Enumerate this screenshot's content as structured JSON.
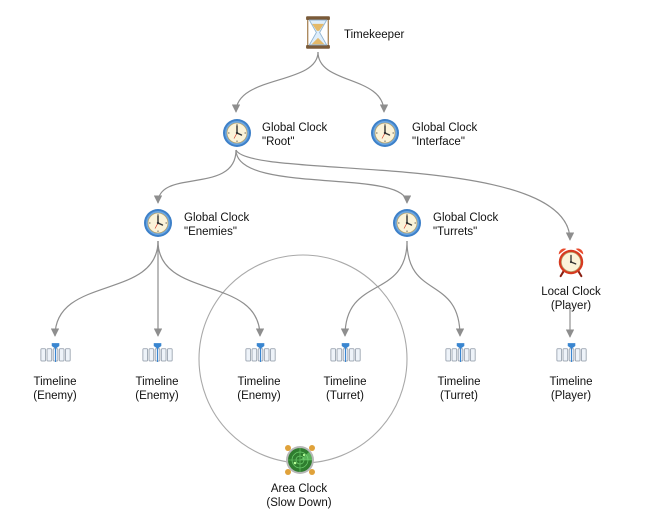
{
  "diagram": {
    "timekeeper": {
      "label": "Timekeeper"
    },
    "root_clock": {
      "line1": "Global Clock",
      "line2": "\"Root\""
    },
    "interface_clock": {
      "line1": "Global Clock",
      "line2": "\"Interface\""
    },
    "enemies_clock": {
      "line1": "Global Clock",
      "line2": "\"Enemies\""
    },
    "turrets_clock": {
      "line1": "Global Clock",
      "line2": "\"Turrets\""
    },
    "local_clock": {
      "line1": "Local Clock",
      "line2": "(Player)"
    },
    "area_clock": {
      "line1": "Area Clock",
      "line2": "(Slow Down)"
    },
    "timelines": [
      {
        "line1": "Timeline",
        "line2": "(Enemy)"
      },
      {
        "line1": "Timeline",
        "line2": "(Enemy)"
      },
      {
        "line1": "Timeline",
        "line2": "(Enemy)"
      },
      {
        "line1": "Timeline",
        "line2": "(Turret)"
      },
      {
        "line1": "Timeline",
        "line2": "(Turret)"
      },
      {
        "line1": "Timeline",
        "line2": "(Player)"
      }
    ],
    "colors": {
      "edge": "#8e8e8e",
      "clock_rim": "#3d80c8",
      "clock_face": "#fbf3d9",
      "alarm_red": "#d63a20",
      "radar_green": "#2f7d2f",
      "timeline_blue": "#3a86d0"
    },
    "icons": {
      "timekeeper": "hourglass-icon",
      "global_clock": "clock-icon",
      "local_clock": "alarm-clock-icon",
      "area_clock": "radar-icon",
      "timeline": "timeline-icon"
    }
  }
}
